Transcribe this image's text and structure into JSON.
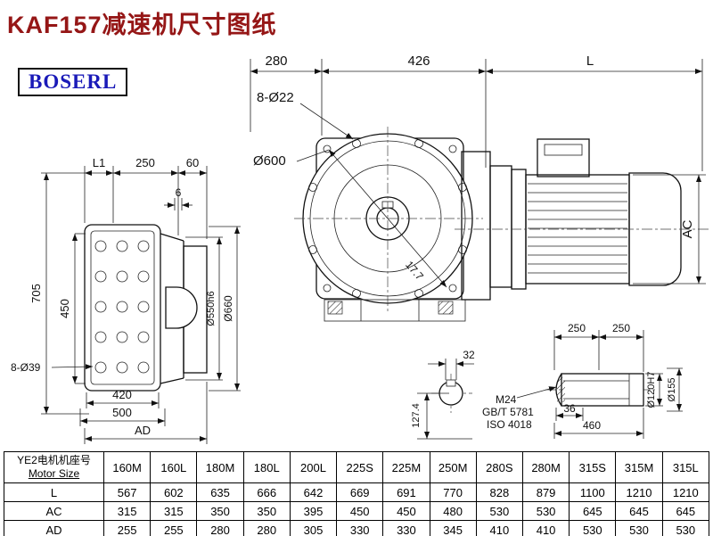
{
  "page": {
    "title": "KAF157减速机尺寸图纸",
    "logo_text": "BOSERL"
  },
  "colors": {
    "title_red": "#951616",
    "logo_blue": "#1a1ab8",
    "line": "#111111"
  },
  "dims": {
    "d280": "280",
    "d426": "426",
    "dL": "L",
    "d8o22": "8-Ø22",
    "o600": "Ø600",
    "ang": "17.7",
    "dAC": "AC",
    "dL1": "L1",
    "d250": "250",
    "d60": "60",
    "d6": "6",
    "d705": "705",
    "d450": "450",
    "d8o39": "8-Ø39",
    "d420": "420",
    "d500": "500",
    "dAD": "AD",
    "o550": "Ø550h6",
    "o660": "Ø660",
    "d32": "32",
    "d127": "127.4",
    "d250a": "250",
    "d250b": "250",
    "m24": "M24",
    "gbt": "GB/T 5781",
    "iso": "ISO 4018",
    "d36": "36",
    "d460": "460",
    "o120": "Ø120H7",
    "o155": "Ø155"
  },
  "table": {
    "row_header_line1": "YE2电机机座号",
    "row_header_line2": "Motor Size",
    "columns": [
      "160M",
      "160L",
      "180M",
      "180L",
      "200L",
      "225S",
      "225M",
      "250M",
      "280S",
      "280M",
      "315S",
      "315M",
      "315L"
    ],
    "rows": [
      {
        "label": "L",
        "values": [
          "567",
          "602",
          "635",
          "666",
          "642",
          "669",
          "691",
          "770",
          "828",
          "879",
          "1100",
          "1210",
          "1210"
        ]
      },
      {
        "label": "AC",
        "values": [
          "315",
          "315",
          "350",
          "350",
          "395",
          "450",
          "450",
          "480",
          "530",
          "530",
          "645",
          "645",
          "645"
        ]
      },
      {
        "label": "AD",
        "values": [
          "255",
          "255",
          "280",
          "280",
          "305",
          "330",
          "330",
          "345",
          "410",
          "410",
          "530",
          "530",
          "530"
        ]
      }
    ]
  }
}
